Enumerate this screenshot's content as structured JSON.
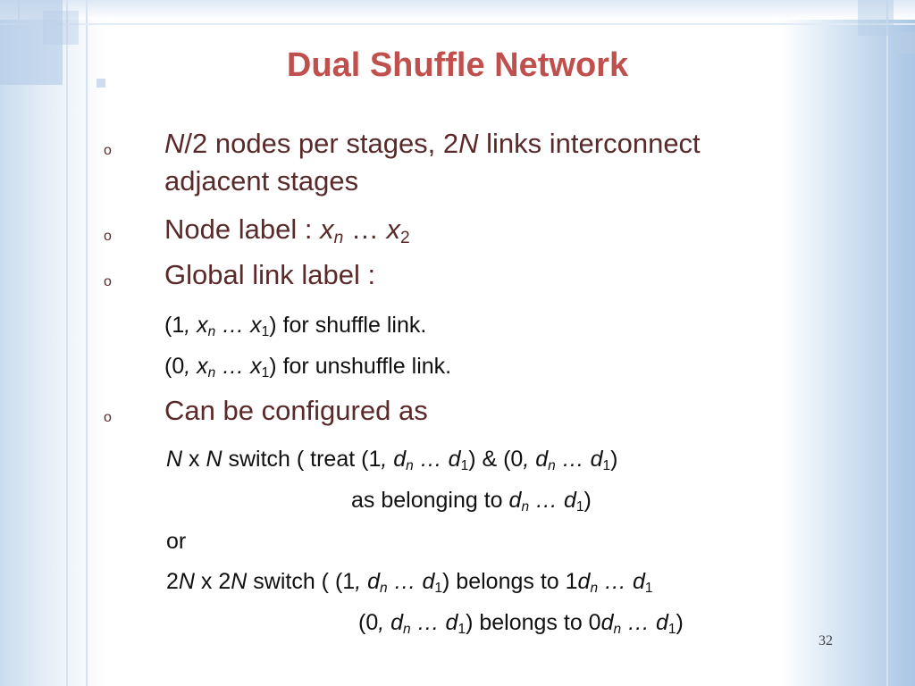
{
  "slide": {
    "title": "Dual Shuffle Network",
    "page_number": "32",
    "bullet_symbol": "o",
    "b1": {
      "p1": "N",
      "p2": "/2 nodes per stages, 2",
      "p3": "N",
      "p4": " links interconnect",
      "line2": "adjacent stages"
    },
    "b2": {
      "p1": "Node label : ",
      "p2": "x",
      "p3": "n",
      "p4": " … ",
      "p5": "x",
      "p6": "2"
    },
    "b3": {
      "text": "Global link label :"
    },
    "s1": {
      "p1": "(1",
      "p2": ", x",
      "p3": "n",
      "p4": " … x",
      "p5": "1",
      "p6": ") for shuffle link."
    },
    "s2": {
      "p1": "(0",
      "p2": ", x",
      "p3": "n",
      "p4": " … x",
      "p5": "1",
      "p6": ") for unshuffle link."
    },
    "b4": {
      "text": "Can be configured as"
    },
    "c1": {
      "p1": "N",
      "p2": " x ",
      "p3": "N",
      "p4": " switch ( treat (1",
      "p5": ", d",
      "p6": "n",
      "p7": " … d",
      "p8": "1",
      "p9": ") & (0",
      "p10": ", d",
      "p11": "n",
      "p12": " … d",
      "p13": "1",
      "p14": ")"
    },
    "c2": {
      "p1": "as belonging to ",
      "p2": "d",
      "p3": "n",
      "p4": " … d",
      "p5": "1",
      "p6": ")"
    },
    "c3": {
      "text": "or"
    },
    "c4": {
      "p1": "2",
      "p2": "N",
      "p3": " x 2",
      "p4": "N",
      "p5": " switch ( (1",
      "p6": ", d",
      "p7": "n",
      "p8": " … d",
      "p9": "1",
      "p10": ") belongs to 1",
      "p11": "d",
      "p12": "n",
      "p13": " … d",
      "p14": "1"
    },
    "c5": {
      "p1": "(0",
      "p2": ", d",
      "p3": "n",
      "p4": " … d",
      "p5": "1",
      "p6": ") belongs to 0",
      "p7": "d",
      "p8": "n",
      "p9": " … d",
      "p10": "1",
      "p11": ")"
    }
  },
  "colors": {
    "title": "#c0504d",
    "text": "#5a2a2a",
    "subtext": "#111111",
    "accent": "#b6cde6"
  }
}
